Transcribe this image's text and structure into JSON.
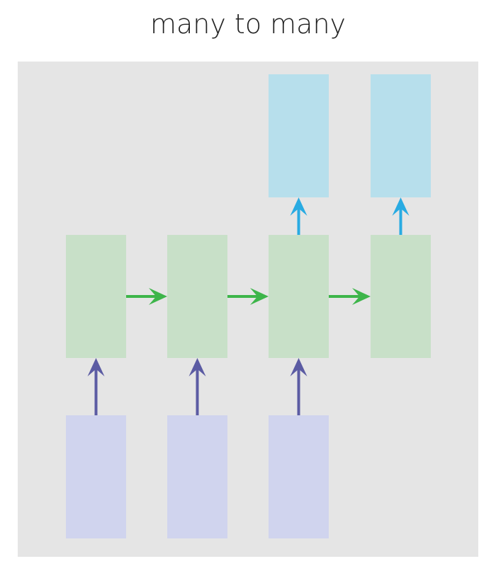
{
  "title": "many to many",
  "colors": {
    "panel": "#e5e5e5",
    "hidden_box": "#c8e0c8",
    "output_box": "#b7dfec",
    "input_box": "#d0d4ee",
    "recurrent_arrow": "#3db54a",
    "input_arrow": "#5b5ba3",
    "output_arrow": "#29abe2"
  },
  "diagram": {
    "steps": 4,
    "inputs_at": [
      0,
      1,
      2
    ],
    "outputs_at": [
      2,
      3
    ]
  }
}
